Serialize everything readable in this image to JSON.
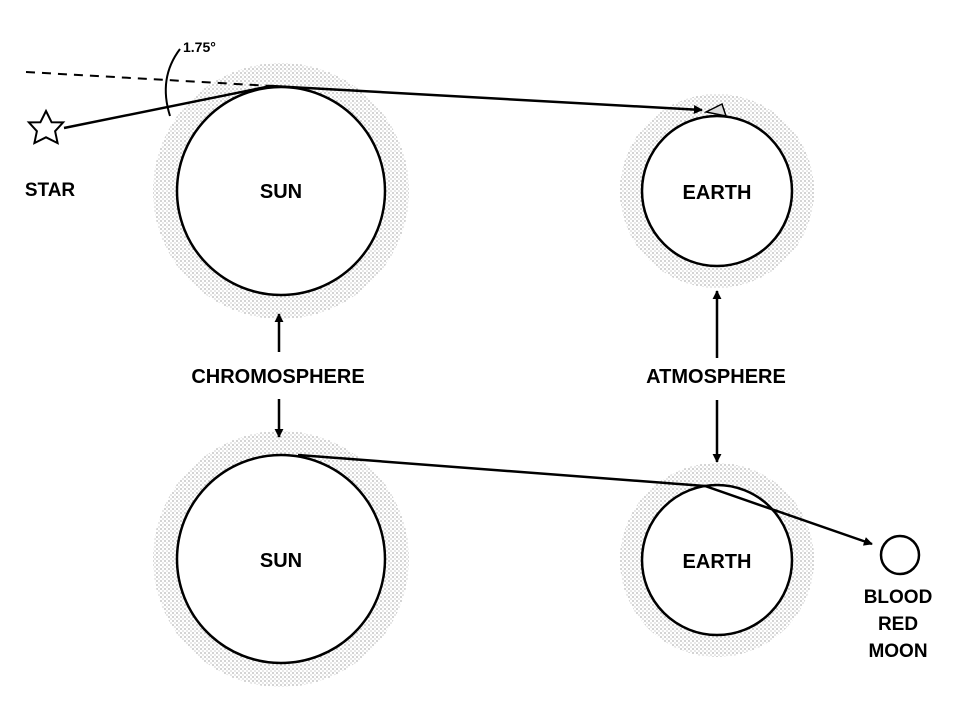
{
  "diagram": {
    "angle_label": "1.75°",
    "star_label": "STAR",
    "sun_top_label": "SUN",
    "sun_bottom_label": "SUN",
    "earth_top_label": "EARTH",
    "earth_bottom_label": "EARTH",
    "chromosphere_label": "CHROMOSPHERE",
    "atmosphere_label": "ATMOSPHERE",
    "moon_label_line1": "BLOOD",
    "moon_label_line2": "RED",
    "moon_label_line3": "MOON"
  },
  "colors": {
    "ink": "#000000",
    "halo": "#9a9a9a",
    "background": "#ffffff"
  }
}
